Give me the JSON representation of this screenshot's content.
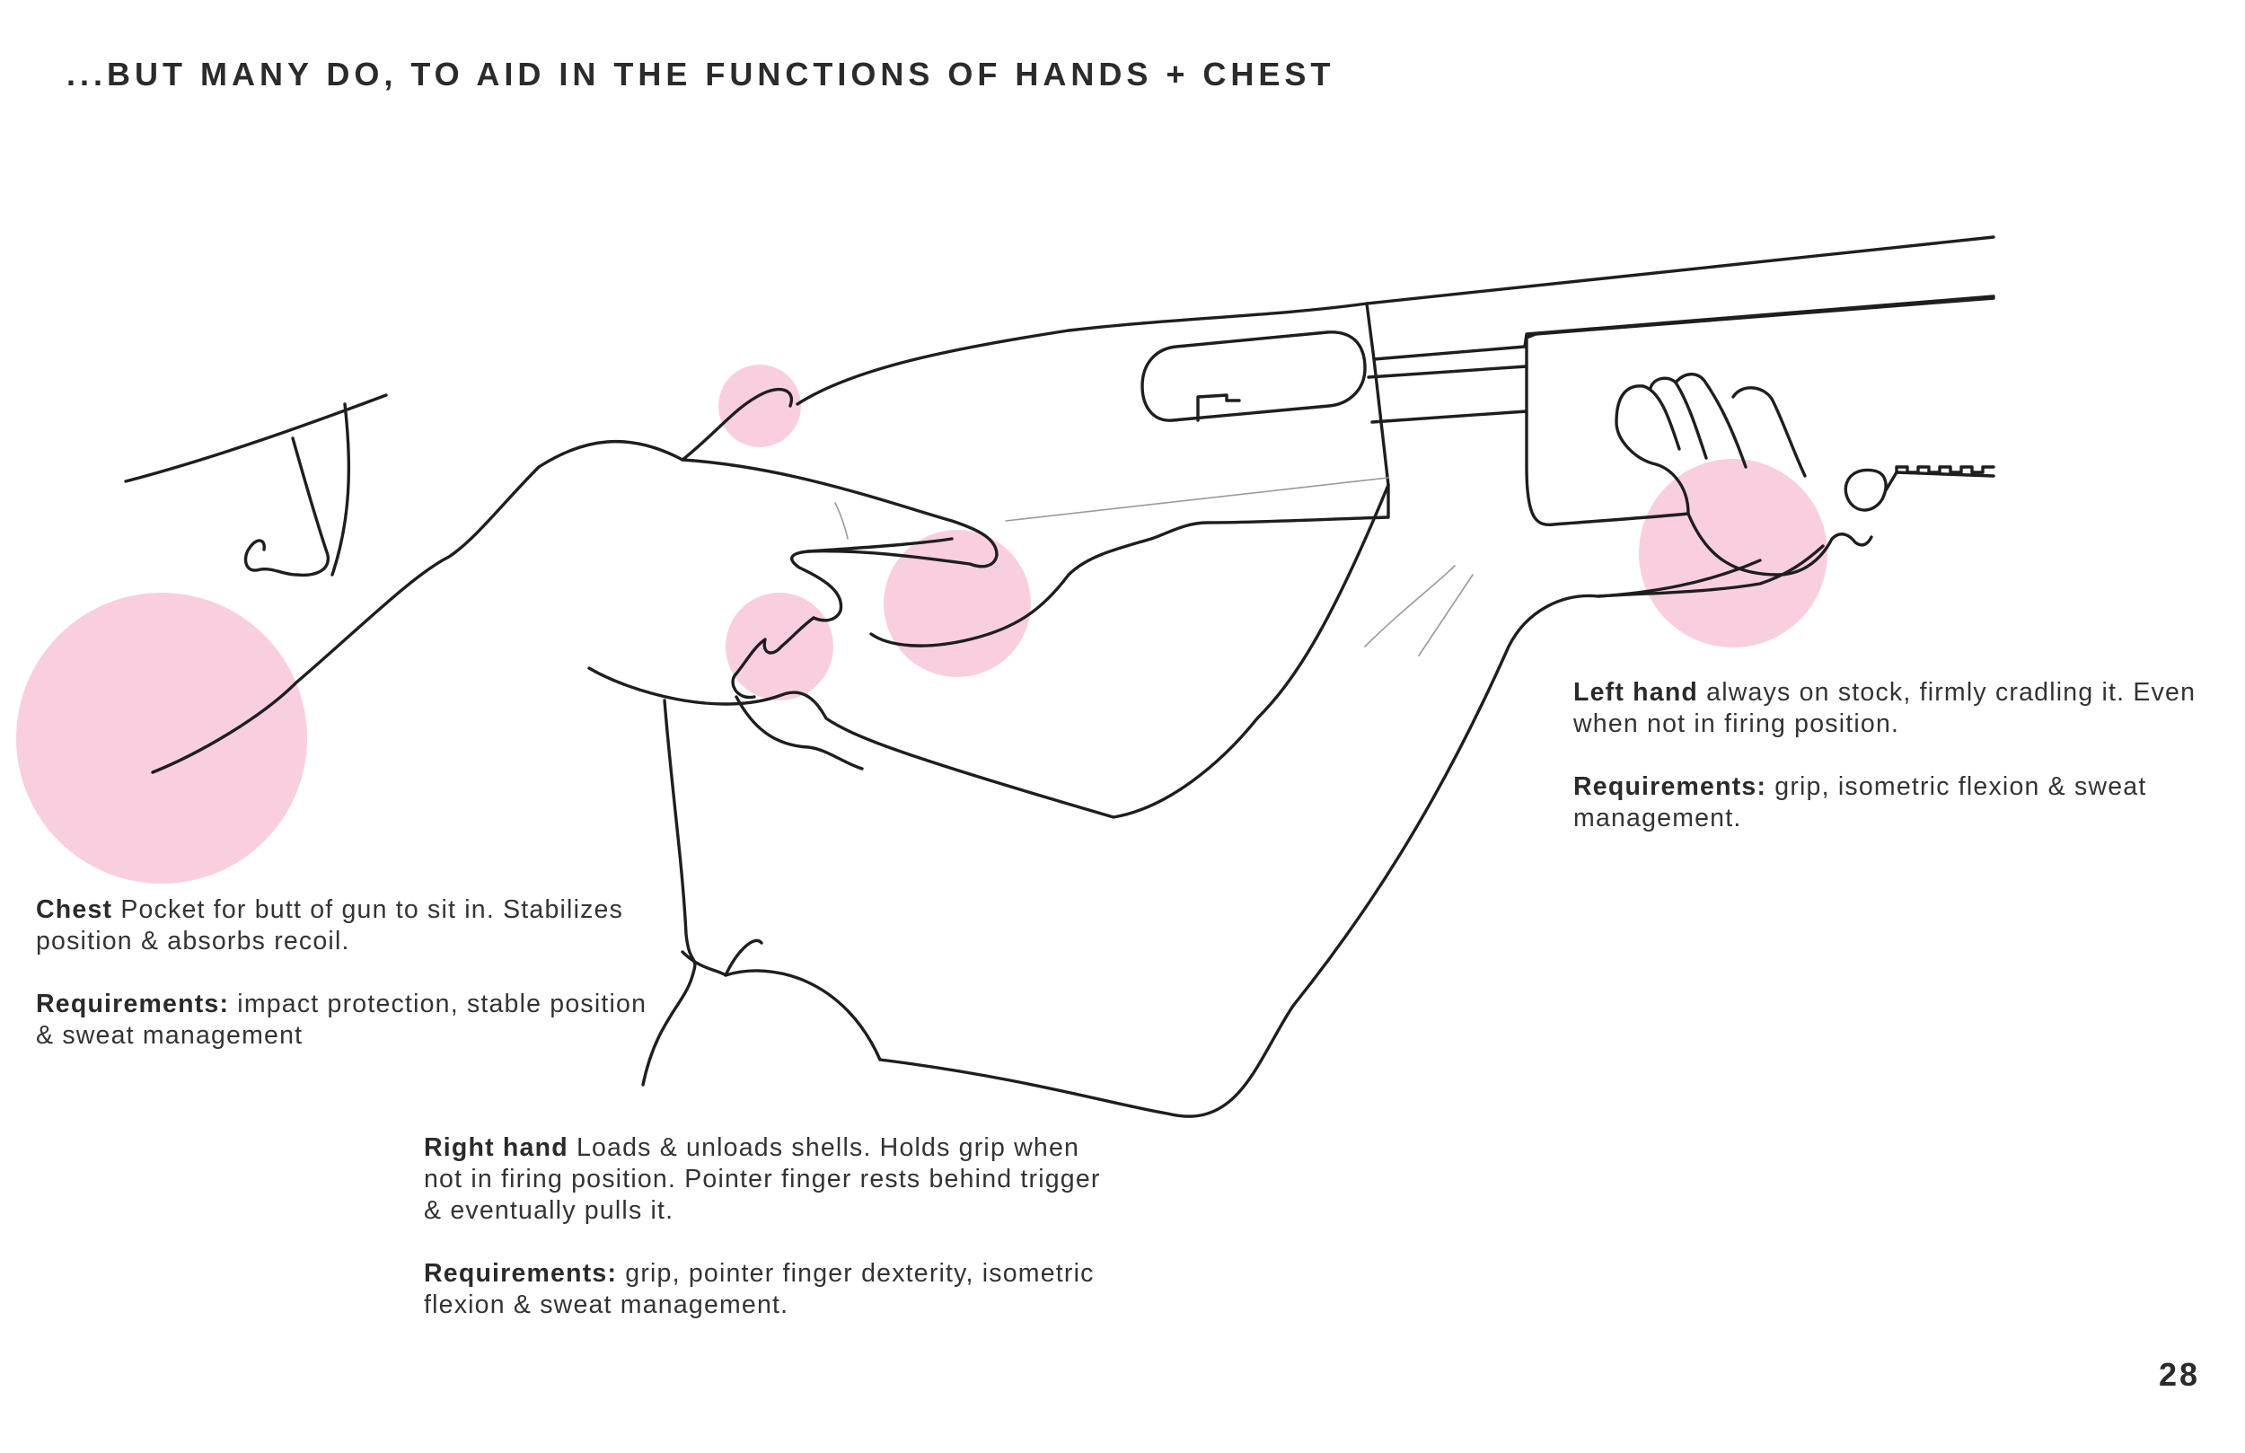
{
  "title": "...BUT MANY DO, TO AID IN THE FUNCTIONS OF HANDS + CHEST",
  "page_number": "28",
  "highlight_color": "#f9cfe0",
  "line_color": "#1e1e1e",
  "annotations": {
    "chest": {
      "heading": "Chest",
      "description": "Pocket for butt of gun to sit in. Stabilizes position & absorbs recoil.",
      "requirements_label": "Requirements:",
      "requirements": "impact protection, stable position & sweat management"
    },
    "right_hand": {
      "heading": "Right hand",
      "description": "Loads & unloads shells. Holds grip when not in firing position. Pointer finger rests behind trigger & eventually pulls it.",
      "requirements_label": "Requirements:",
      "requirements": "grip, pointer finger dexterity, isometric flexion & sweat management."
    },
    "left_hand": {
      "heading": "Left hand",
      "description": "always on stock, firmly cradling it. Even when not in firing position.",
      "requirements_label": "Requirements:",
      "requirements": "grip, isometric flexion & sweat management."
    }
  }
}
